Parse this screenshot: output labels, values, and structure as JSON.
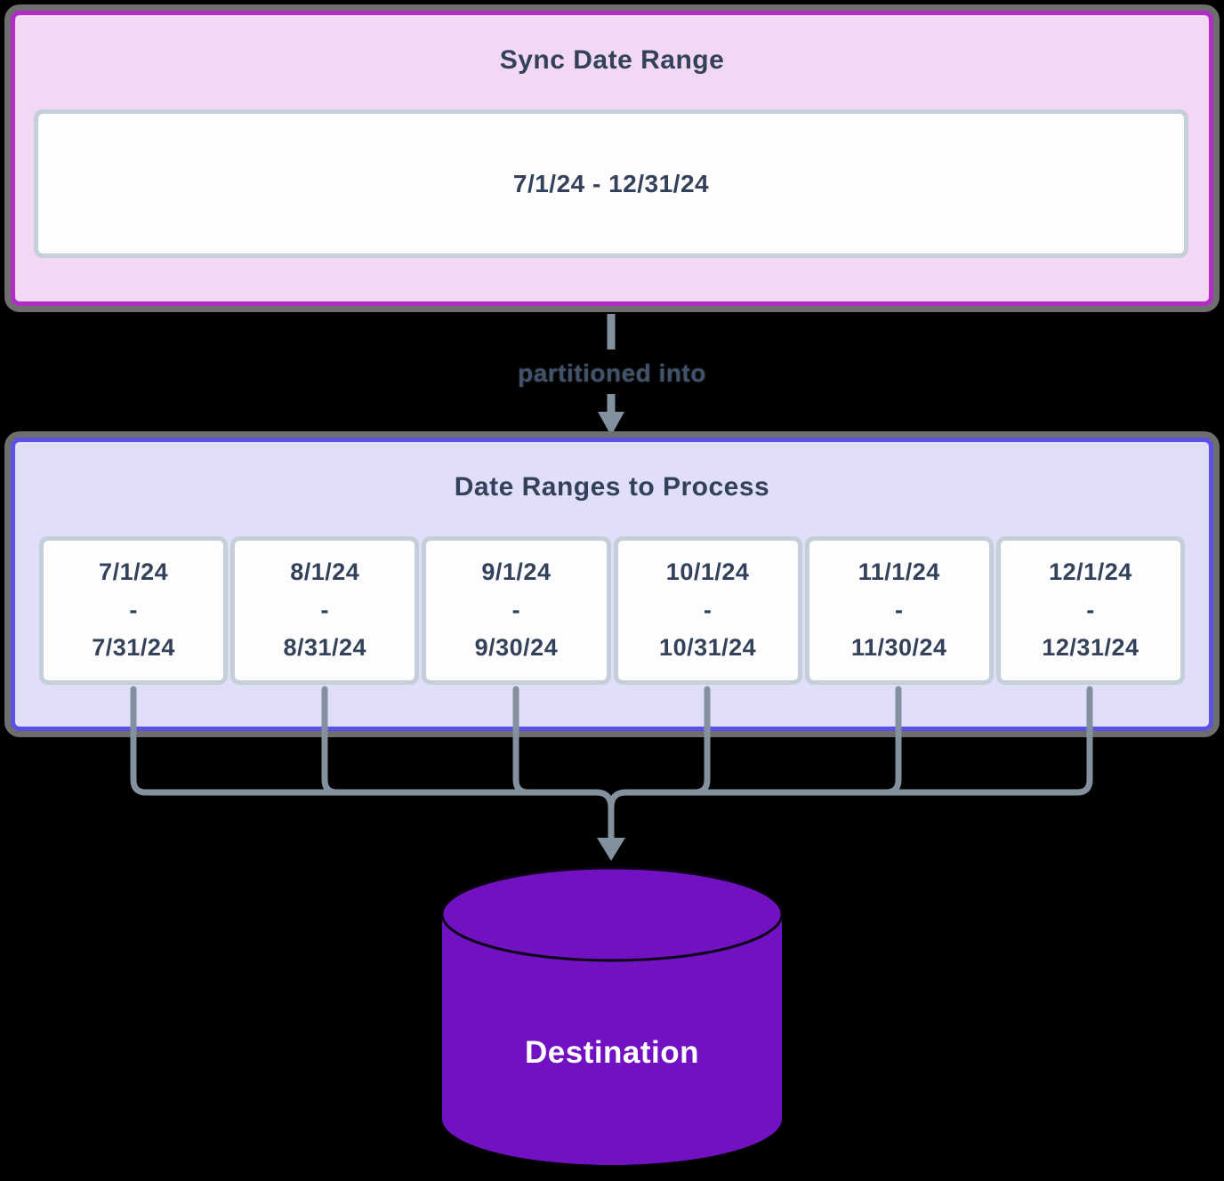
{
  "sync_box": {
    "title": "Sync Date Range",
    "range": "7/1/24 - 12/31/24"
  },
  "partition_label": "partitioned into",
  "process_box": {
    "title": "Date Ranges to Process",
    "ranges": [
      {
        "start": "7/1/24",
        "sep": "-",
        "end": "7/31/24"
      },
      {
        "start": "8/1/24",
        "sep": "-",
        "end": "8/31/24"
      },
      {
        "start": "9/1/24",
        "sep": "-",
        "end": "9/30/24"
      },
      {
        "start": "10/1/24",
        "sep": "-",
        "end": "10/31/24"
      },
      {
        "start": "11/1/24",
        "sep": "-",
        "end": "11/30/24"
      },
      {
        "start": "12/1/24",
        "sep": "-",
        "end": "12/31/24"
      }
    ]
  },
  "destination_label": "Destination",
  "colors": {
    "outer-shadow": "#6e6e6e",
    "sync-border": "#b12cc6",
    "sync-fill": "#f2d8f4",
    "process-border": "#5b51e4",
    "process-fill": "#e0def8",
    "card-border": "#c5cfd9",
    "card-fill": "#fdfdfe",
    "line-gray": "#83919e",
    "text-dark": "#34415a",
    "partition-text": "#42526b",
    "cylinder-purple": "#7111c2",
    "destination-text": "#ffffff"
  }
}
